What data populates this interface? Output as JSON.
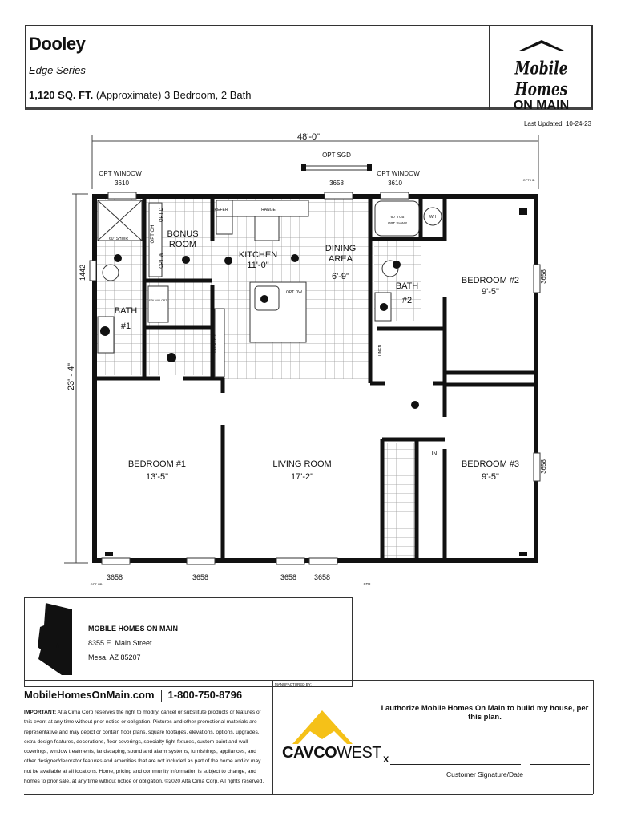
{
  "header": {
    "title": "Dooley",
    "series": "Edge Series",
    "sqft": "1,120 SQ. FT.",
    "sqft_note": "(Approximate) 3 Bedroom, 2 Bath",
    "logo_line1": "Mobile Homes",
    "logo_line2": "ON MAIN",
    "last_updated": "Last Updated: 10-24-23"
  },
  "plan": {
    "width_dim": "48'-0\"",
    "depth_dim": "23' - 4\"",
    "side_1442": "1442",
    "opt_sgd": "OPT SGD",
    "opt_window": "OPT WINDOW",
    "w3610": "3610",
    "w3658": "3658",
    "opt_hb": "OPT HB",
    "std": "STD",
    "refer": "REFER",
    "range": "RANGE",
    "tub": "60\" TUB",
    "tub2": "OPT SHWR",
    "wh": "WH",
    "shwr": "60\" SHWR",
    "opt_d": "OPT D",
    "opt_oh": "OPT OH",
    "opt_w": "OPT W",
    "opt_dw": "OPT DW",
    "wasdry": "STK W/D OPT",
    "pantry": "PANTRY",
    "linen": "LINEN",
    "lin": "LIN",
    "rooms": {
      "bonus1": "BONUS",
      "bonus2": "ROOM",
      "kitchen": "KITCHEN",
      "kitchen_dim": "11'-0\"",
      "dining1": "DINING",
      "dining2": "AREA",
      "dining_dim": "6'-9\"",
      "bath2a": "BATH",
      "bath2b": "#2",
      "bed2": "BEDROOM #2",
      "bed2_dim": "9'-5\"",
      "bath1a": "BATH",
      "bath1b": "#1",
      "bed1": "BEDROOM #1",
      "bed1_dim": "13'-5\"",
      "living": "LIVING ROOM",
      "living_dim": "17'-2\"",
      "bed3": "BEDROOM #3",
      "bed3_dim": "9'-5\""
    }
  },
  "dealer": {
    "name": "MOBILE HOMES ON MAIN",
    "street": "8355 E. Main Street",
    "city": "Mesa, AZ 85207"
  },
  "footer": {
    "website": "MobileHomesOnMain.com",
    "phone": "1-800-750-8796",
    "important_label": "IMPORTANT:",
    "important_text": "Alta Cima Corp reserves the right to modify, cancel or substitute products or features of this event at any time without prior notice or obligation. Pictures and other promotional materials are representative and may depict or contain floor plans, square footages, elevations, options, upgrades, extra design features, decorations, floor coverings, specialty light fixtures, custom paint and wall coverings, window treatments, landscaping, sound and alarm systems, furnishings, appliances, and other designer/decorator features and amenities that are not included as part of the home and/or may not be available at all locations. Home, pricing and community information is subject to change, and homes to prior sale, at any time without notice or obligation. ©2020 Alta Cima Corp. All rights reserved.",
    "manufactured_by": "MANUFACTURED BY:",
    "cavco_a": "CAVCO",
    "cavco_b": "WEST",
    "authorize": "I authorize Mobile Homes On Main to build my house, per this plan.",
    "sig_x": "X",
    "sig_label": "Customer Signature/Date",
    "colors": {
      "cavco_yellow": "#f5c118"
    }
  }
}
